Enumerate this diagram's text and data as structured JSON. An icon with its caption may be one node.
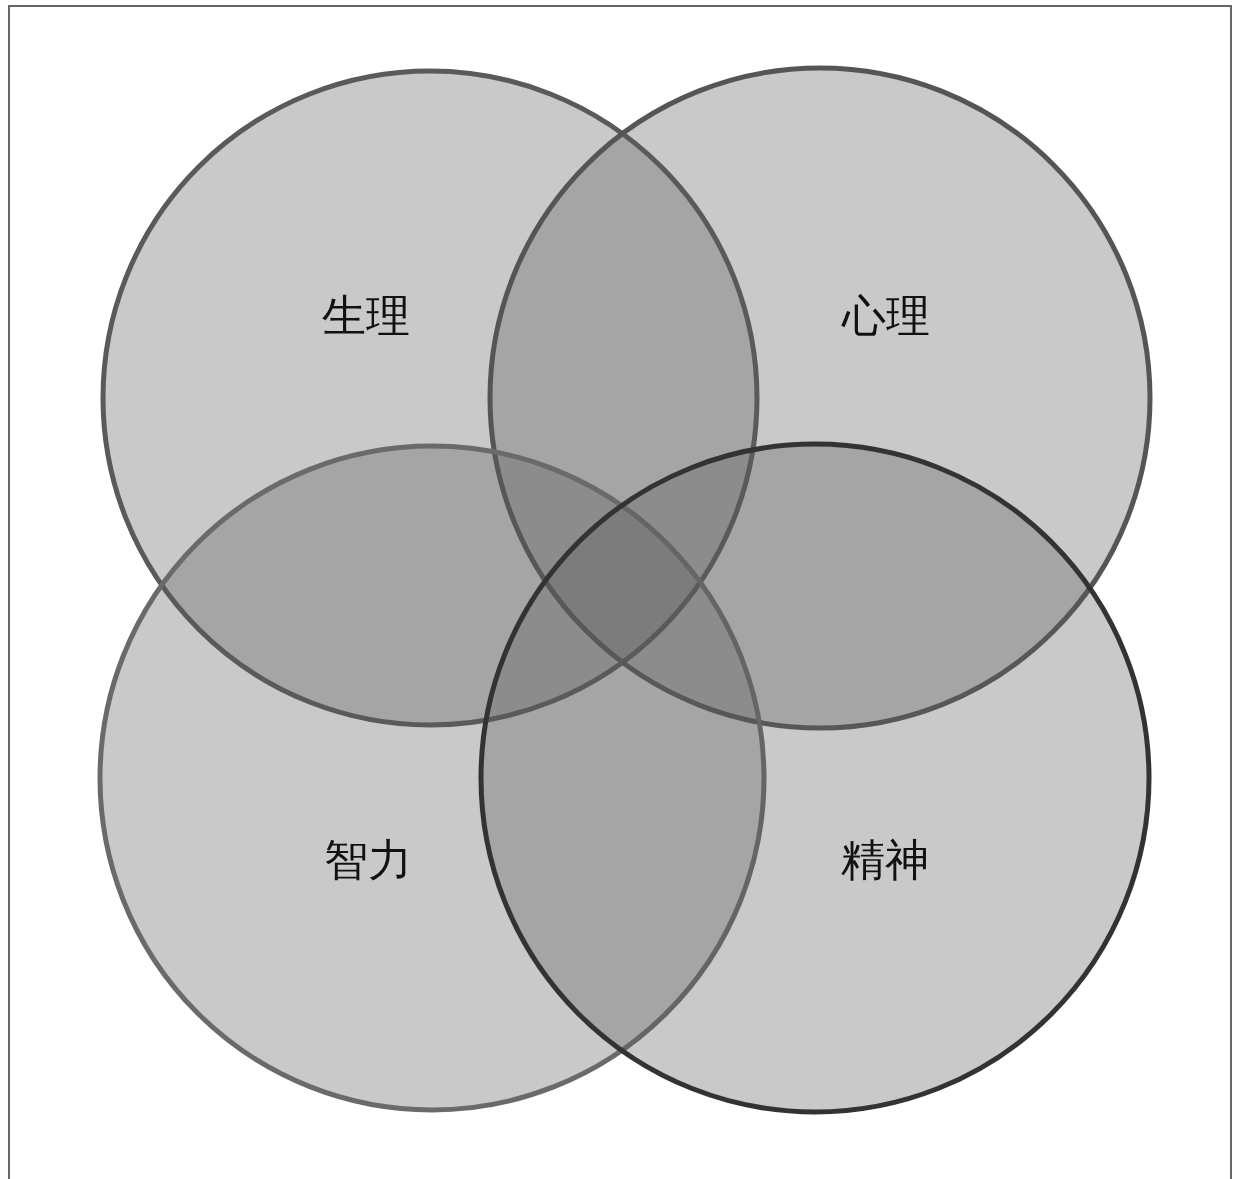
{
  "diagram": {
    "nodes": [
      {
        "text": [
          "生理"
        ]
      },
      {
        "text": [
          "心理"
        ]
      },
      {
        "text": [
          "智力"
        ]
      },
      {
        "text": [
          "精神"
        ]
      }
    ]
  }
}
